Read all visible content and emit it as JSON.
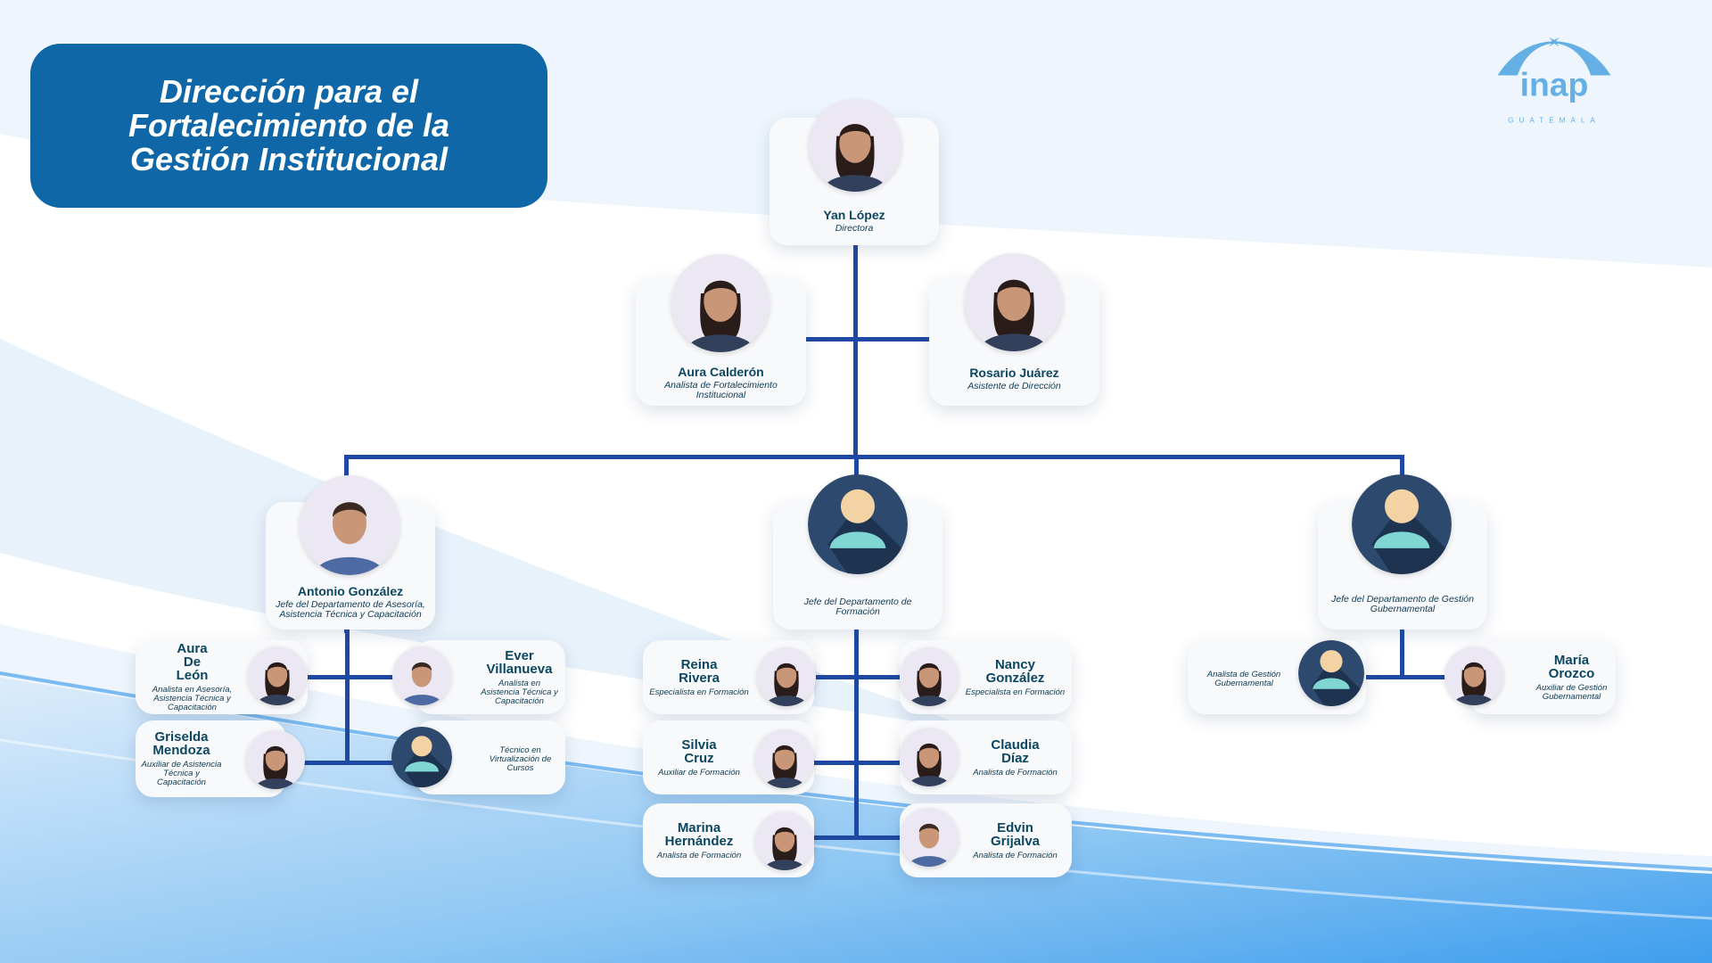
{
  "header": {
    "title_lines": [
      "Dirección para el",
      "Fortalecimiento de la",
      "Gestión Institucional"
    ],
    "logo_text": "inap",
    "logo_subtext": "GUATEMALA"
  },
  "colors": {
    "title_bg": "#0f67a8",
    "connector": "#1f48a3",
    "logo": "#64b0e4",
    "name": "#0c4660"
  },
  "people": [
    {
      "name": "Yan López",
      "role": "Directora",
      "photo": "photo-woman"
    },
    {
      "name": "Aura Calderón",
      "role": "Analista de Fortalecimiento Institucional",
      "photo": "photo-woman"
    },
    {
      "name": "Rosario Juárez",
      "role": "Asistente de Dirección",
      "photo": "photo-woman"
    },
    {
      "name": "Antonio González",
      "role": "Jefe del Departamento de Asesoría, Asistencia Técnica y Capacitación",
      "photo": "photo-man"
    },
    {
      "name": "",
      "role": "Jefe del Departamento de Formación",
      "photo": "placeholder-avatar"
    },
    {
      "name": "",
      "role": "Jefe del Departamento de Gestión Gubernamental",
      "photo": "placeholder-avatar"
    },
    {
      "name": "Aura De León",
      "role": "Analista en Asesoría, Asistencia Técnica y Capacitación",
      "photo": "photo-woman"
    },
    {
      "name": "Ever Villanueva",
      "role": "Analista en Asistencia Técnica y Capacitación",
      "photo": "photo-man"
    },
    {
      "name": "Griselda Mendoza",
      "role": "Auxiliar de Asistencia Técnica y Capacitación",
      "photo": "photo-woman"
    },
    {
      "name": "",
      "role": "Técnico en Virtualización de Cursos",
      "photo": "placeholder-avatar"
    },
    {
      "name": "Reina Rivera",
      "role": "Especialista en Formación",
      "photo": "photo-woman"
    },
    {
      "name": "Nancy González",
      "role": "Especialista en Formación",
      "photo": "photo-woman"
    },
    {
      "name": "Silvia Cruz",
      "role": "Auxiliar de Formación",
      "photo": "photo-woman"
    },
    {
      "name": "Claudia Díaz",
      "role": "Analista de Formación",
      "photo": "photo-woman"
    },
    {
      "name": "Marina Hernández",
      "role": "Analista de Formación",
      "photo": "photo-woman"
    },
    {
      "name": "Edvin Grijalva",
      "role": "Analista de Formación",
      "photo": "photo-man"
    },
    {
      "name": "",
      "role": "Analista de Gestión Gubernamental",
      "photo": "placeholder-avatar"
    },
    {
      "name": "María Orozco",
      "role": "Auxiliar de Gestión Gubernamental",
      "photo": "photo-woman"
    }
  ]
}
